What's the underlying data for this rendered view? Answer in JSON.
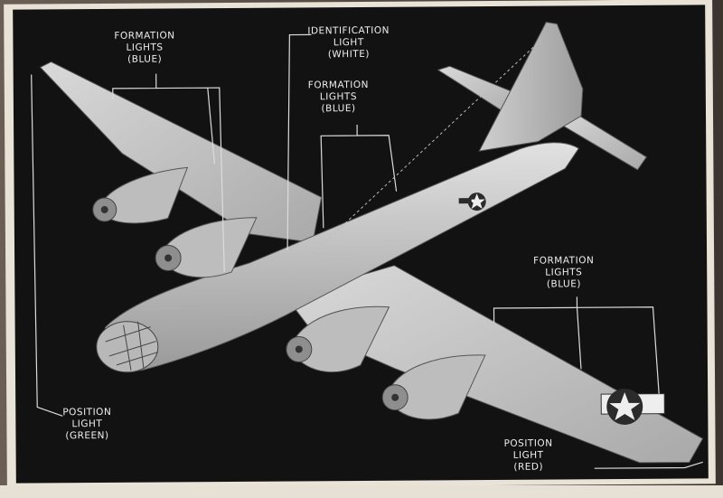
{
  "callouts": {
    "formation_left": {
      "line1": "FORMATION",
      "line2": "LIGHTS",
      "line3": "(BLUE)"
    },
    "identification": {
      "line1": "IDENTIFICATION",
      "line2": "LIGHT",
      "line3": "(WHITE)"
    },
    "formation_center": {
      "line1": "FORMATION",
      "line2": "LIGHTS",
      "line3": "(BLUE)"
    },
    "formation_right": {
      "line1": "FORMATION",
      "line2": "LIGHTS",
      "line3": "(BLUE)"
    },
    "position_green": {
      "line1": "POSITION",
      "line2": "LIGHT",
      "line3": "(GREEN)"
    },
    "position_red": {
      "line1": "POSITION",
      "line2": "LIGHT",
      "line3": "(RED)"
    }
  },
  "colors": {
    "panel": "#121212",
    "aircraft": "#c9c9c9",
    "leader_lines": "#dcdcdc"
  }
}
